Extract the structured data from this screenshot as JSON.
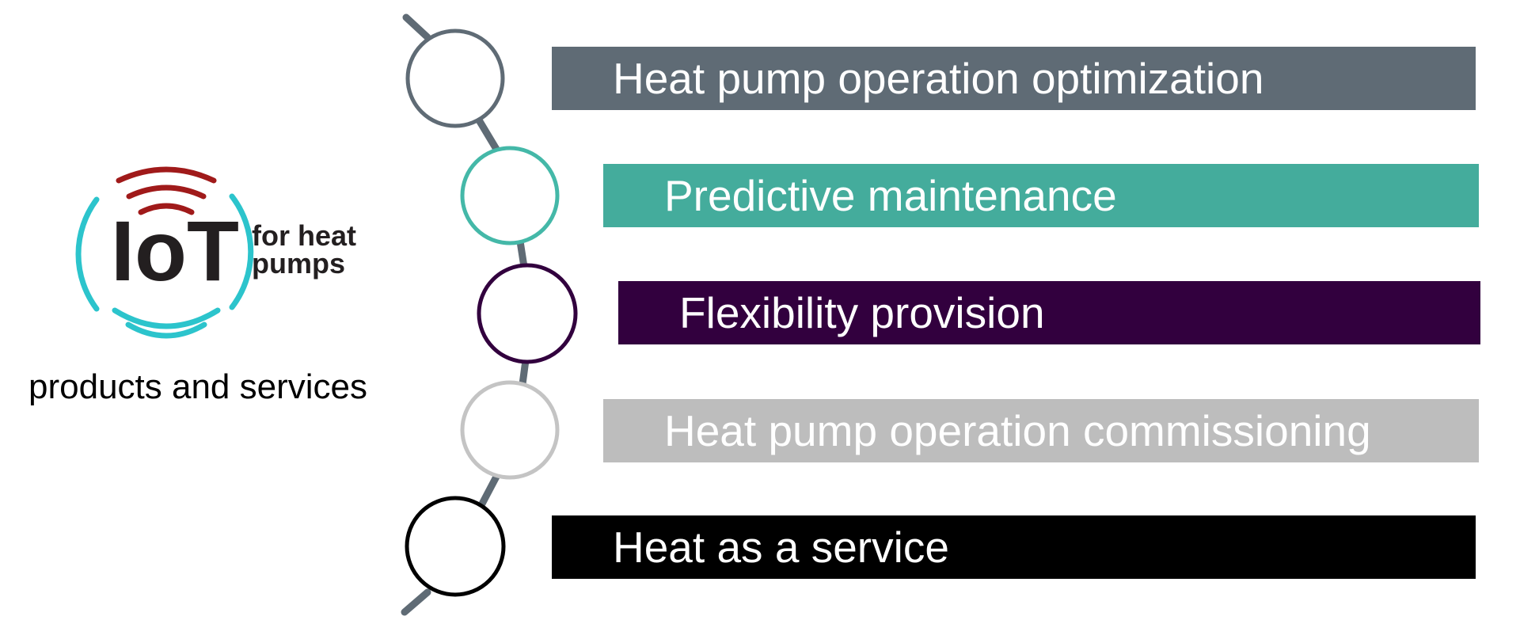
{
  "logo": {
    "text_main": "IoT",
    "text_sub_line1": "for heat",
    "text_sub_line2": "pumps",
    "colors": {
      "text": "#231f20",
      "waves_top": "#a01a1a",
      "waves_ring": "#2cc4cc"
    }
  },
  "caption": "products and services",
  "items": [
    {
      "label": "Heat pump operation optimization",
      "bar_color": "#5f6b75",
      "text_color": "#ffffff",
      "circle_color": "#5f6b75"
    },
    {
      "label": "Predictive maintenance",
      "bar_color": "#44ac9c",
      "text_color": "#ffffff",
      "circle_color": "#44b8a8"
    },
    {
      "label": "Flexibility provision",
      "bar_color": "#32003e",
      "text_color": "#ffffff",
      "circle_color": "#32003e"
    },
    {
      "label": "Heat pump operation commissioning",
      "bar_color": "#bdbdbd",
      "text_color": "#ffffff",
      "circle_color": "#c4c4c4"
    },
    {
      "label": "Heat as a service",
      "bar_color": "#000000",
      "text_color": "#ffffff",
      "circle_color": "#000000"
    }
  ],
  "spine_color": "#5f6b75"
}
